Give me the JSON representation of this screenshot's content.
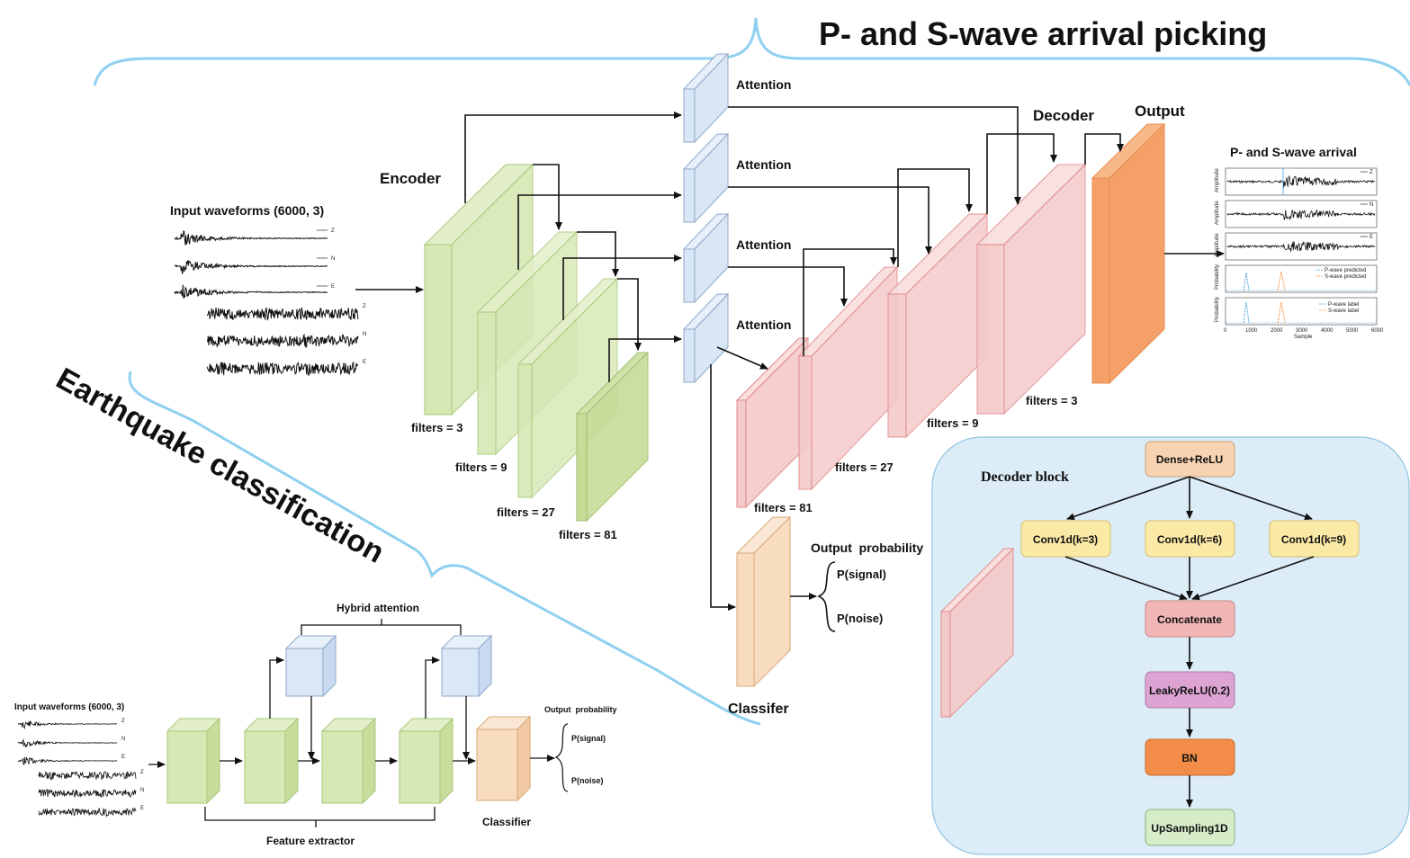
{
  "titles": {
    "picking": "P- and S-wave arrival picking",
    "classification": "Earthquake classification"
  },
  "encoder": {
    "label": "Encoder",
    "input_label": "Input waveforms (6000, 3)",
    "filters": [
      "filters = 3",
      "filters = 9",
      "filters = 27",
      "filters = 81"
    ]
  },
  "attention": {
    "labels": [
      "Attention",
      "Attention",
      "Attention",
      "Attention"
    ]
  },
  "decoder": {
    "label": "Decoder",
    "filters": [
      "filters = 81",
      "filters = 27",
      "filters = 9",
      "filters = 3"
    ]
  },
  "output": {
    "label": "Output",
    "arrival_title": "P- and S-wave arrival",
    "channels": [
      "Z",
      "N",
      "E"
    ],
    "amplitude_label": "Amplitude",
    "probability_label": "Probability",
    "legend_pred": [
      "P-wave predicted",
      "S-wave predicted"
    ],
    "legend_label": [
      "P-wave label",
      "S-wave label"
    ],
    "x_axis_label": "Sample",
    "x_ticks": [
      "0",
      "1000",
      "2000",
      "3000",
      "4000",
      "5000",
      "6000"
    ]
  },
  "classifier_upper": {
    "label": "Classifer",
    "output_title": "Output  probability",
    "p_signal": "P(signal)",
    "p_noise": "P(noise)"
  },
  "decoder_block": {
    "title": "Decoder block",
    "nodes": {
      "dense": "Dense+ReLU",
      "conv3": "Conv1d(k=3)",
      "conv6": "Conv1d(k=6)",
      "conv9": "Conv1d(k=9)",
      "concat": "Concatenate",
      "leaky": "LeakyReLU(0.2)",
      "bn": "BN",
      "up": "UpSampling1D"
    }
  },
  "lower": {
    "input_label": "Input waveforms (6000, 3)",
    "channels": [
      "Z",
      "N",
      "E"
    ],
    "hybrid_label": "Hybrid attention",
    "feature_label": "Feature extractor",
    "classifier_label": "Classifier",
    "output_title": "Output  probability",
    "p_signal": "P(signal)",
    "p_noise": "P(noise)"
  },
  "colors": {
    "encoder_green": "#d6e8b4",
    "attention_blue": "#d9e6f5",
    "decoder_pink": "#f4c9c9",
    "output_orange": "#f4a068",
    "classifier_peach": "#f8dcc0",
    "panel_blue": "#dcedf8",
    "brace_blue": "#8fd0f0"
  }
}
